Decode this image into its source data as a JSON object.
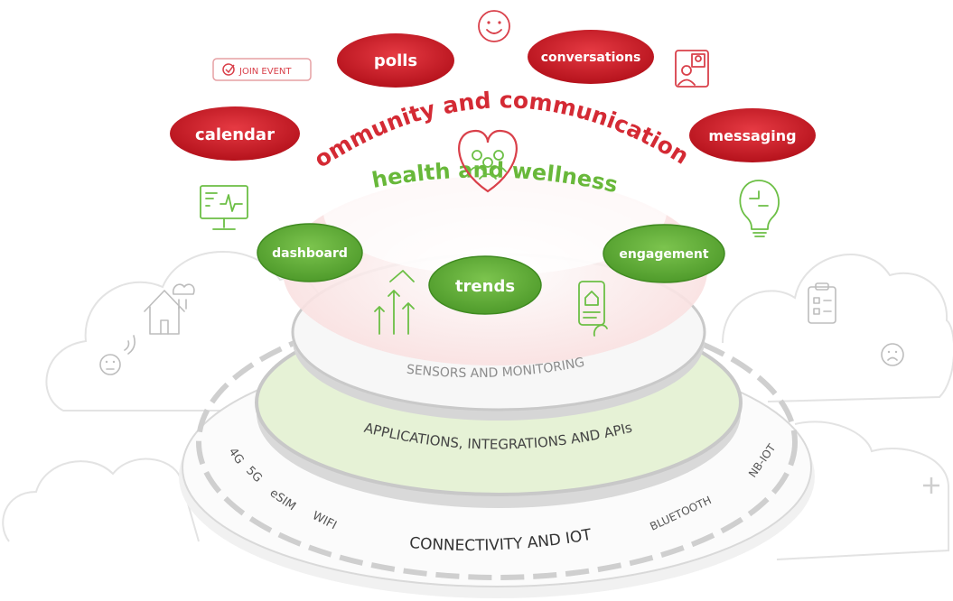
{
  "colors": {
    "red": "#d42a34",
    "red_dark": "#b31620",
    "green": "#68b83a",
    "green_dark": "#4e9a2a",
    "grey_text": "#8c8c8c",
    "dark_text": "#333333",
    "layer_pink": "#fdeeee",
    "layer_green": "#e8f3da",
    "layer_white": "#f7f7f7"
  },
  "headings": {
    "community": "community and communication",
    "health": "health and wellness"
  },
  "red_pills": {
    "calendar": "calendar",
    "polls": "polls",
    "conversations": "conversations",
    "messaging": "messaging"
  },
  "green_pills": {
    "dashboard": "dashboard",
    "trends": "trends",
    "engagement": "engagement"
  },
  "join_event": "JOIN EVENT",
  "layers": {
    "sensors": "SENSORS AND MONITORING",
    "applications": "APPLICATIONS, INTEGRATIONS AND APIs",
    "connectivity": "CONNECTIVITY AND IOT"
  },
  "connectivity_items": {
    "g4": "4G",
    "g5": "5G",
    "esim": "eSIM",
    "wifi": "WIFI",
    "bluetooth": "BLUETOOTH",
    "nbiot": "NB-IOT"
  },
  "icons": [
    "smiley-icon",
    "video-call-icon",
    "join-event-badge",
    "monitor-chart-icon",
    "puzzle-bulb-icon",
    "heart-community-icon",
    "smart-home-icon",
    "rising-arrows-icon",
    "phone-home-icon",
    "clipboard-icon",
    "neutral-face-icon",
    "sad-face-icon"
  ]
}
